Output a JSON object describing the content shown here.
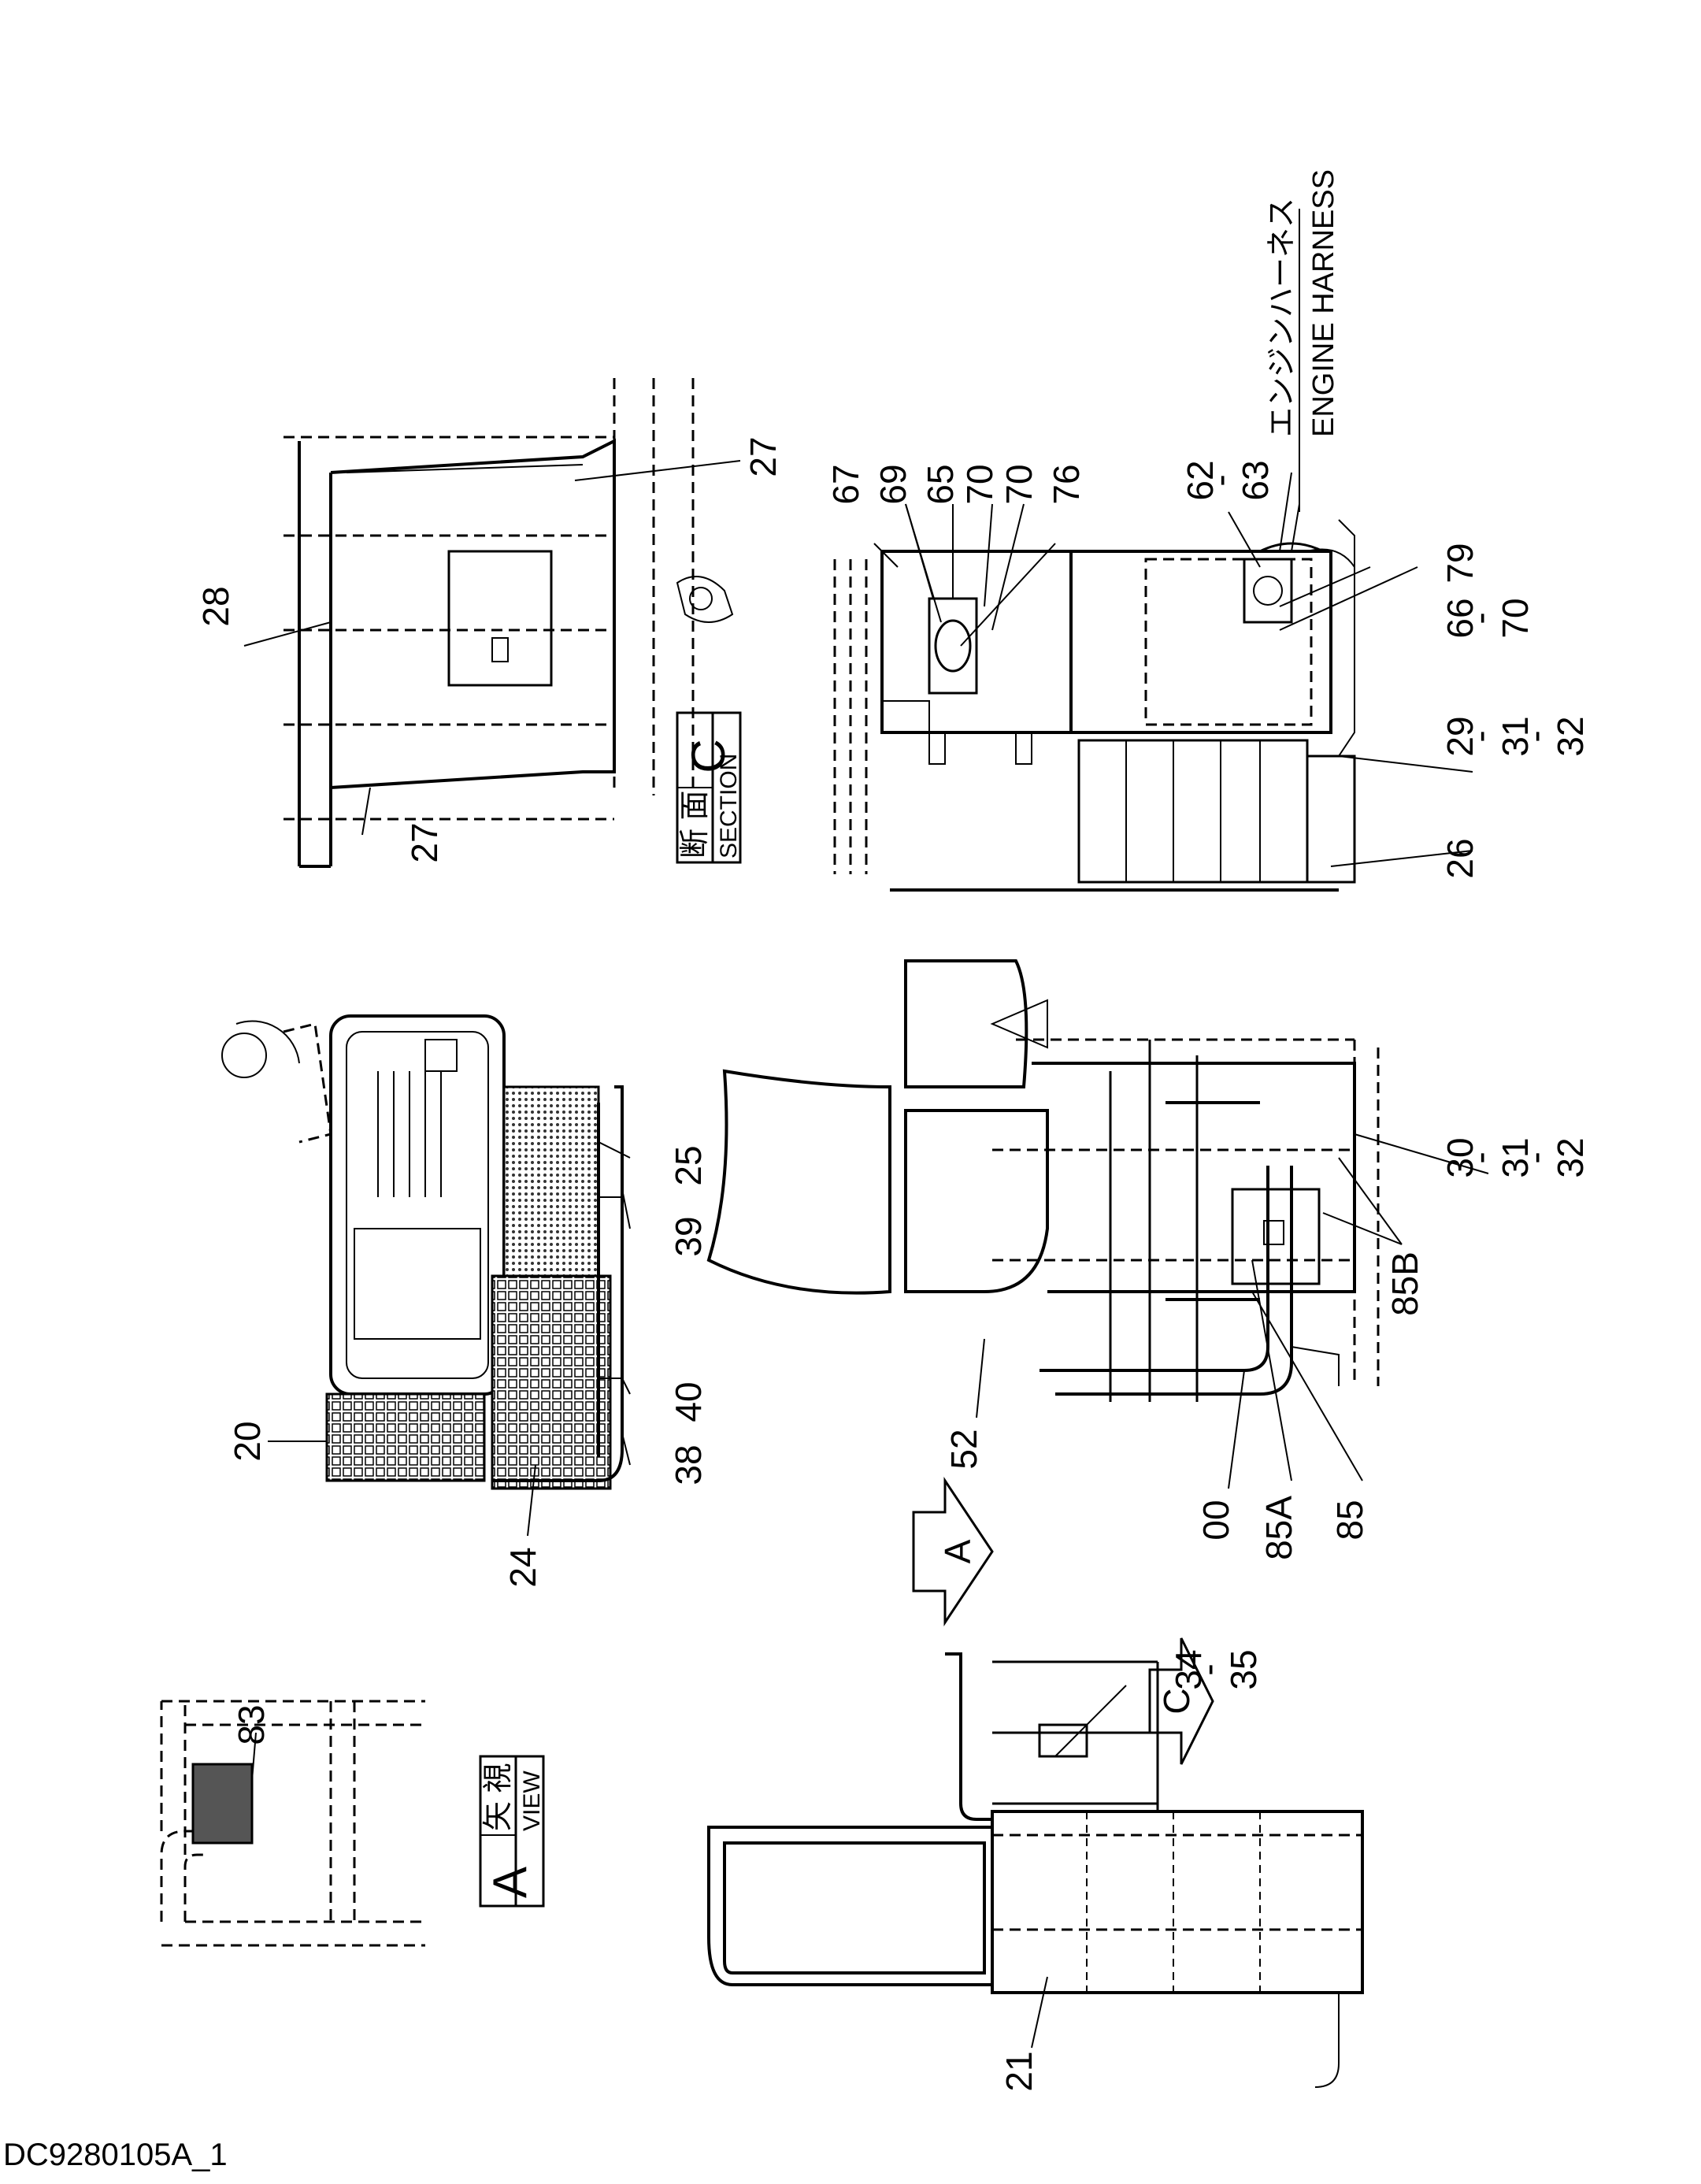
{
  "document_id": "DC9280105A_1",
  "views": {
    "view_a": {
      "kanji": "矢 視",
      "english": "VIEW",
      "letter": "A"
    },
    "section_c": {
      "kanji": "断 面",
      "english": "SECTION",
      "letter": "C"
    }
  },
  "harness_note": {
    "japanese": "エンジンハーネス",
    "english": "ENGINE HARNESS"
  },
  "arrows": {
    "a": "A",
    "c": "C"
  },
  "callouts": {
    "p83": "83",
    "p20": "20",
    "p24": "24",
    "p38": "38",
    "p40": "40",
    "p39": "39",
    "p25": "25",
    "p28": "28",
    "p27a": "27",
    "p27b": "27",
    "p67": "67",
    "p69": "69",
    "p65": "65",
    "p70a": "70",
    "p70b": "70",
    "p76": "76",
    "p62": "62",
    "p63": "63",
    "p79": "79",
    "p66": "66",
    "p70c": "70",
    "p29": "29",
    "p31a": "31",
    "p32a": "32",
    "p26": "26",
    "p52": "52",
    "p00": "00",
    "p85A": "85A",
    "p85": "85",
    "p85B": "85B",
    "p30": "30",
    "p31b": "31",
    "p32b": "32",
    "p21": "21",
    "p34": "34",
    "p35": "35"
  }
}
